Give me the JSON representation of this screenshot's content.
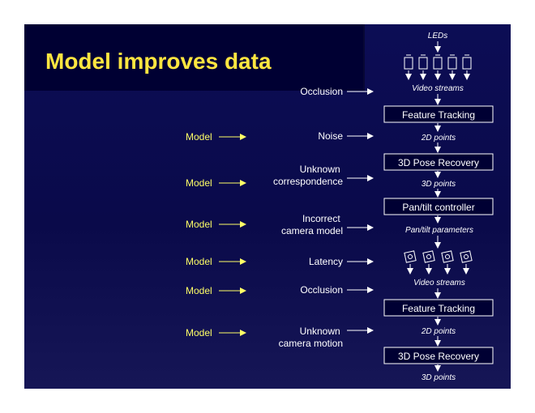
{
  "slide": {
    "title": "Model improves data",
    "model_label": "Model",
    "issues": [
      {
        "lines": [
          "Occlusion"
        ]
      },
      {
        "lines": [
          "Noise"
        ]
      },
      {
        "lines": [
          "Unknown",
          "correspondence"
        ]
      },
      {
        "lines": [
          "Incorrect",
          "camera model"
        ]
      },
      {
        "lines": [
          "Latency"
        ]
      },
      {
        "lines": [
          "Occlusion"
        ]
      },
      {
        "lines": [
          "Unknown",
          "camera motion"
        ]
      }
    ],
    "pipeline": {
      "leds_label": "LEDs",
      "video_streams_1": "Video streams",
      "feature_tracking_1": "Feature Tracking",
      "points_2d_1": "2D points",
      "pose_recovery_1": "3D Pose Recovery",
      "points_3d_1": "3D points",
      "pan_tilt_controller": "Pan/tilt controller",
      "pan_tilt_parameters": "Pan/tilt parameters",
      "video_streams_2": "Video streams",
      "feature_tracking_2": "Feature Tracking",
      "points_2d_2": "2D points",
      "pose_recovery_2": "3D Pose Recovery",
      "points_3d_2": "3D points"
    },
    "colors": {
      "background": "#0b0c50",
      "title": "#ffe640",
      "model_text": "#ffff66",
      "text": "#ffffff"
    }
  }
}
